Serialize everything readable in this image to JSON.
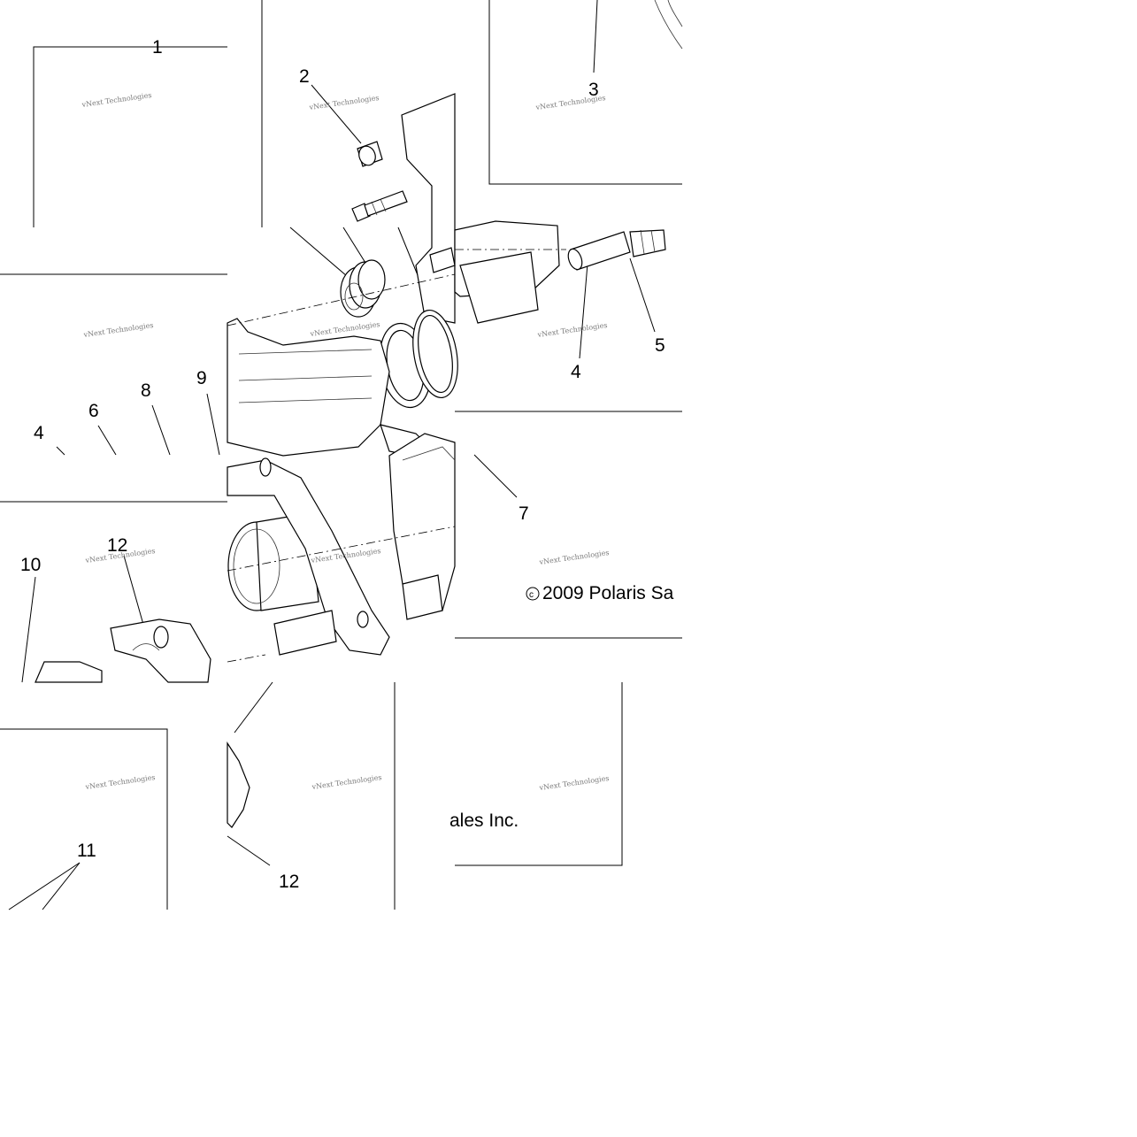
{
  "diagram": {
    "callouts": {
      "c1": "1",
      "c2": "2",
      "c3": "3",
      "c4a": "4",
      "c5": "5",
      "c4b": "4",
      "c6": "6",
      "c8": "8",
      "c9": "9",
      "c7": "7",
      "c10": "10",
      "c12a": "12",
      "c11": "11",
      "c12b": "12"
    },
    "copyright_left": "2009 Polaris Sa",
    "copyright_right": "ales Inc.",
    "copyright_symbol": "c",
    "watermark_line1": "vNext Technologies",
    "watermark_line2": "vNext Technologies"
  }
}
